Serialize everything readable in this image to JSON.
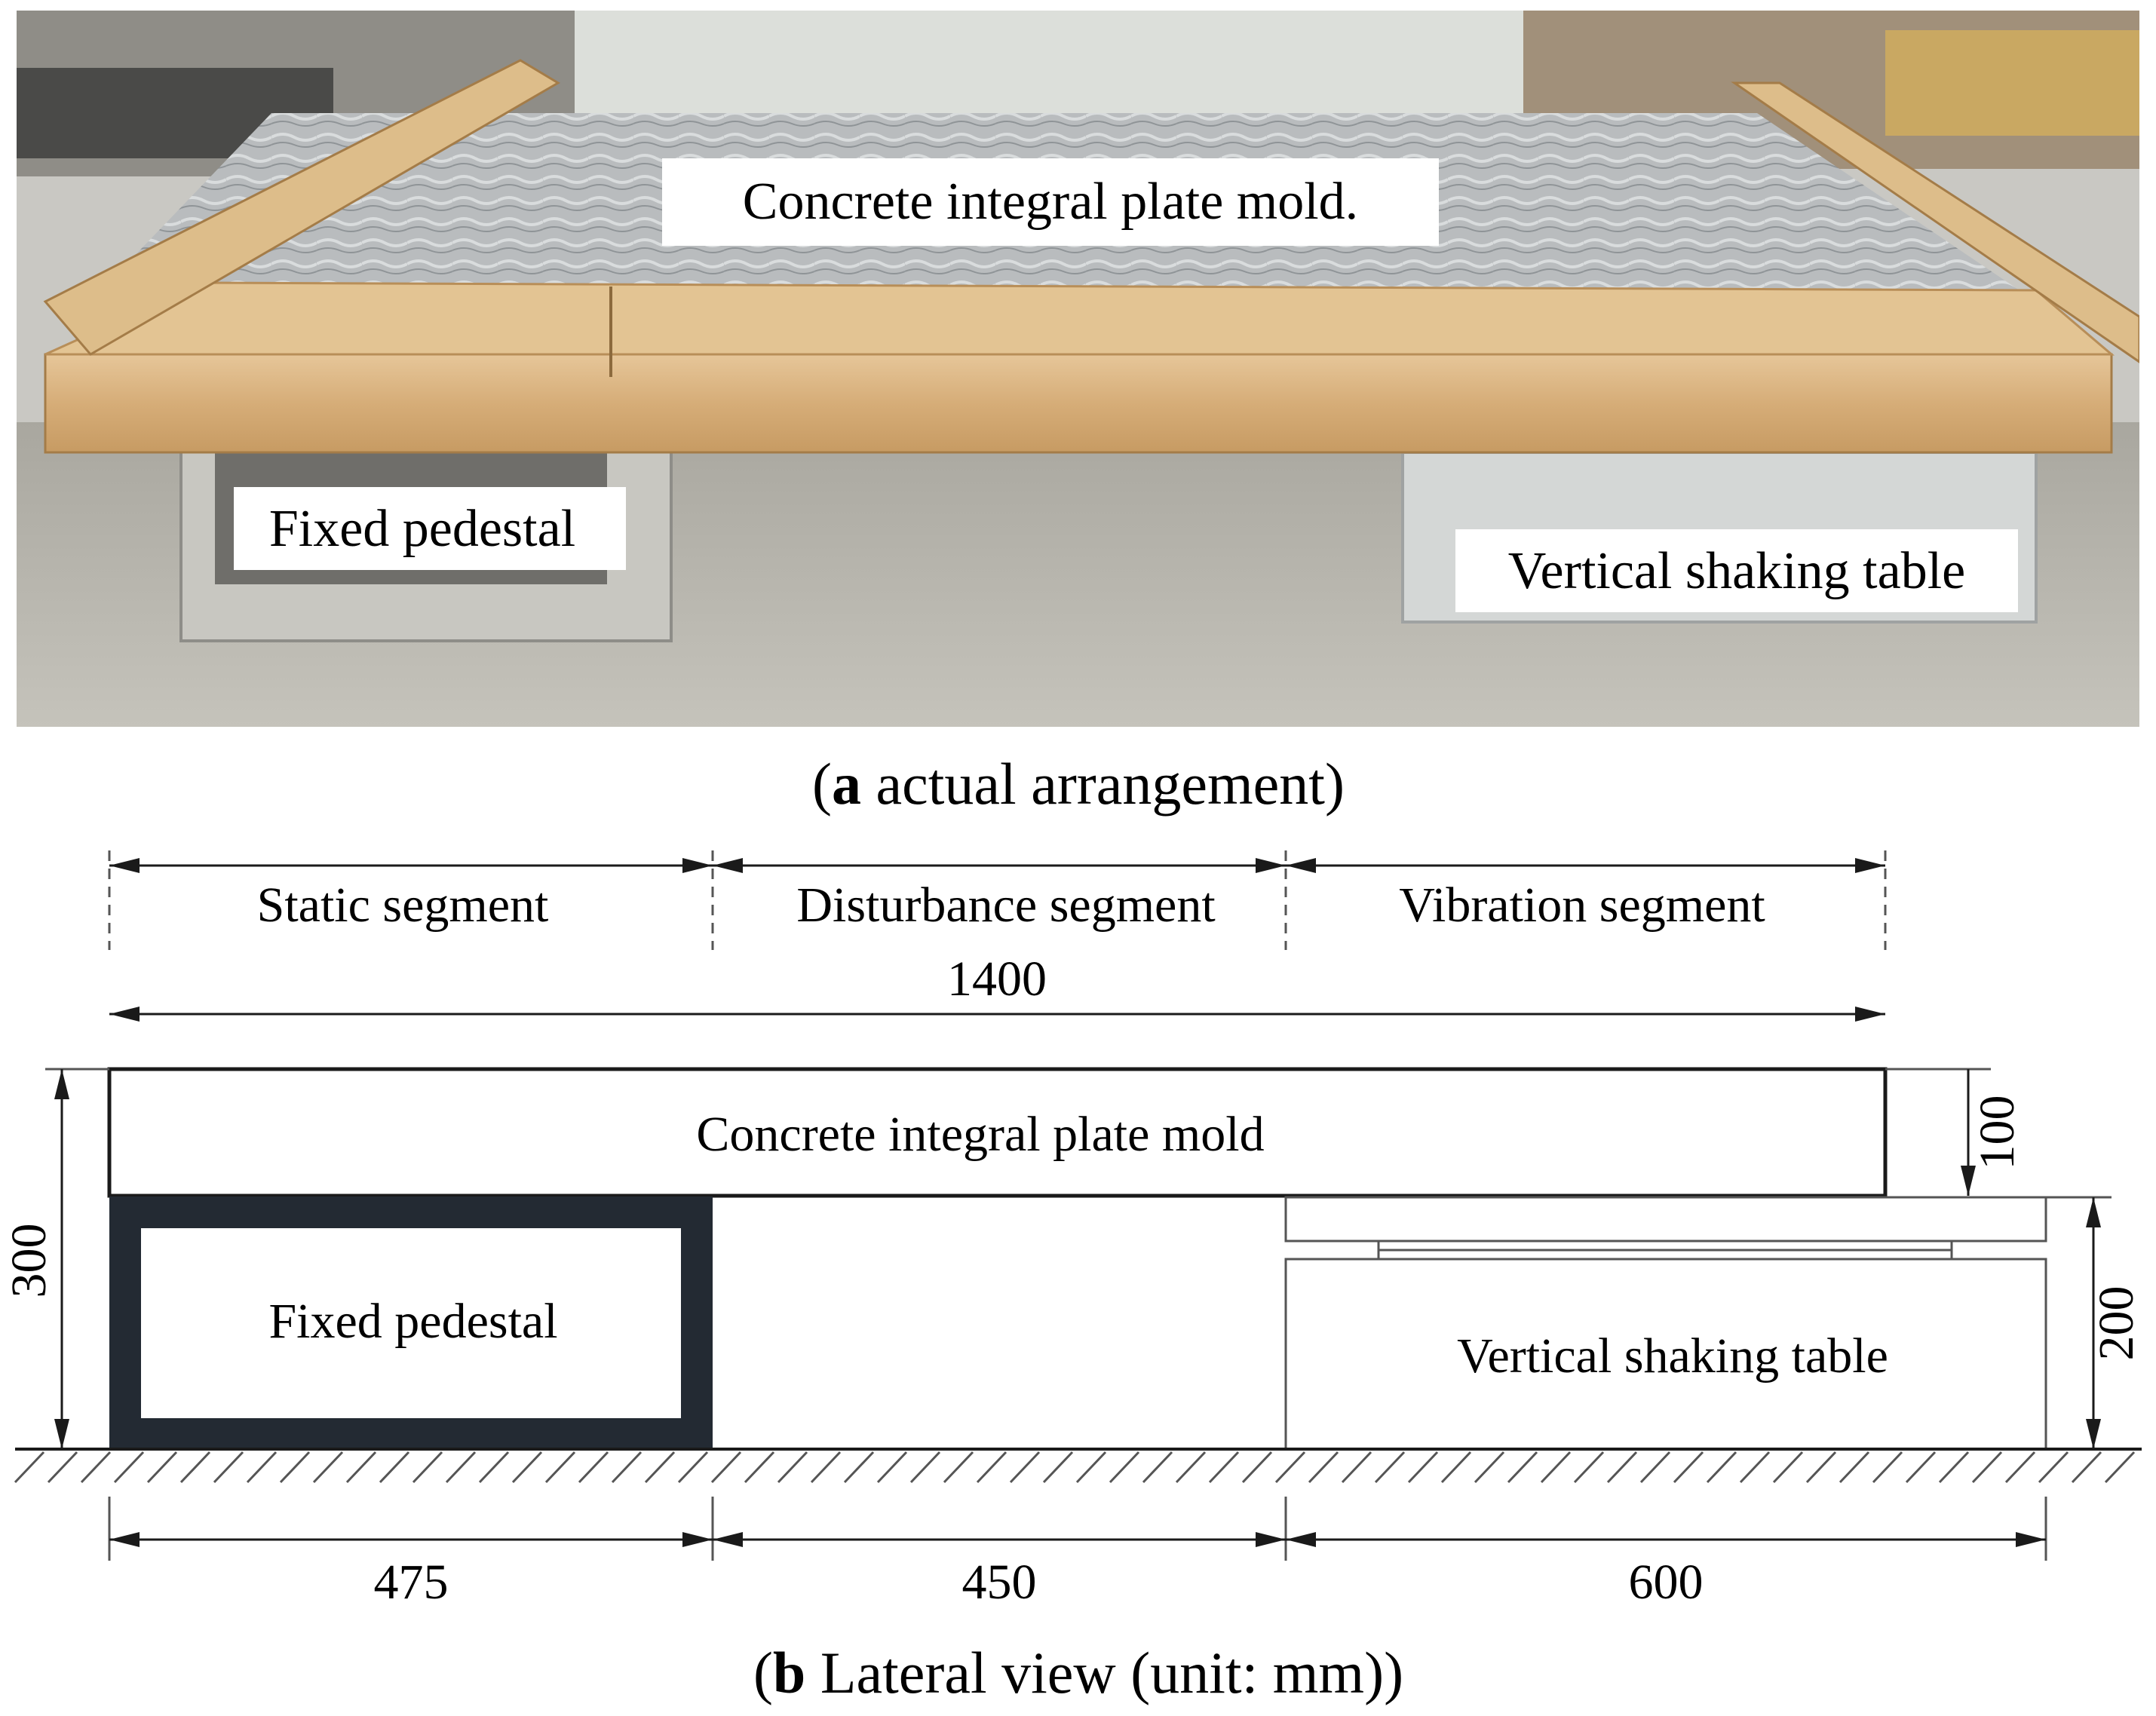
{
  "photo": {
    "labels": {
      "plate": "Concrete integral plate mold.",
      "pedestal": "Fixed pedestal",
      "table": "Vertical shaking table"
    }
  },
  "caption_a": {
    "letter": "a",
    "text": " actual arrangement"
  },
  "segments": {
    "static": "Static segment",
    "disturbance": "Disturbance segment",
    "vibration": "Vibration segment"
  },
  "dimensions": {
    "total_length": "1400",
    "total_height": "300",
    "plate_thickness": "100",
    "table_height": "200",
    "pedestal_length": "475",
    "gap_length": "450",
    "table_length": "600"
  },
  "lateral": {
    "plate_label": "Concrete integral plate mold",
    "pedestal_label": "Fixed pedestal",
    "table_label": "Vertical shaking table"
  },
  "caption_b": {
    "letter": "b",
    "text": " Lateral view (unit: mm)"
  },
  "colors": {
    "pedestal_frame": "#232a33",
    "line": "#1a1a1a",
    "wood": "#d9b583",
    "concrete_floor": "#b7b5ad"
  }
}
